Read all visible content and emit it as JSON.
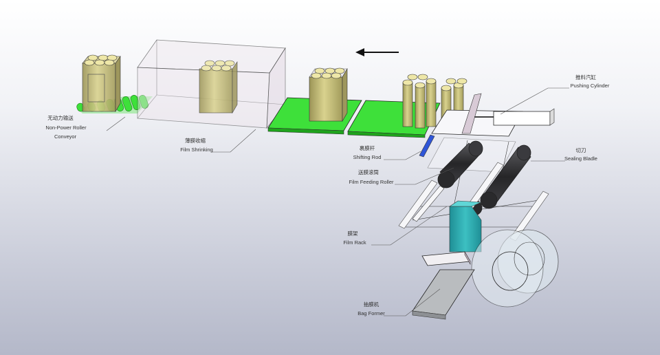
{
  "labels": {
    "conveyor": {
      "zh": "无动力输送",
      "en1": "Non-Power Roller",
      "en2": "Conveyor"
    },
    "shrink": {
      "zh": "薄膜收缩",
      "en": "Film Shrinking"
    },
    "push": {
      "zh": "推料汽缸",
      "en": "Pushing Cylinder"
    },
    "shift": {
      "zh": "裹膜杆",
      "en": "Shifting Rod"
    },
    "cutter": {
      "zh": "切刀",
      "en": "Sealing Bladle"
    },
    "feed": {
      "zh": "送膜滚筒",
      "en": "Film Feeding Roller"
    },
    "rack": {
      "zh": "膜架",
      "en": "Film Rack"
    },
    "bag": {
      "zh": "抽膜机",
      "en": "Bag Former"
    }
  },
  "direction": "right-to-left",
  "colors": {
    "conveyor_green": "#3ee03a",
    "bottle": "#c9c27a",
    "roller_dark": "#2e2e30",
    "film_teal": "#27a2a6",
    "housing_pink": "#d8cad6"
  }
}
